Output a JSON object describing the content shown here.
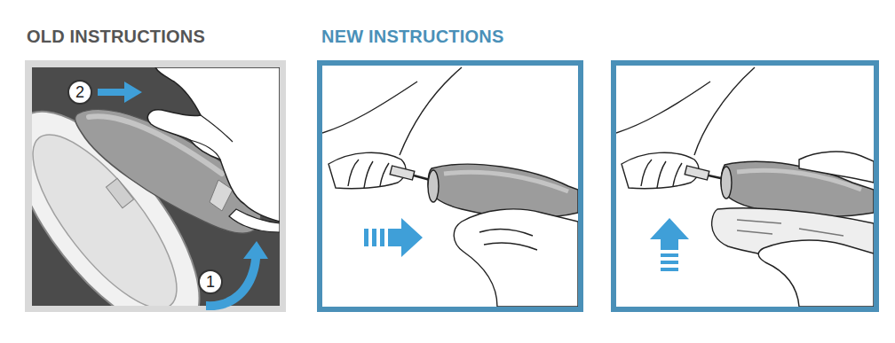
{
  "diagram": {
    "nodes": [
      {
        "text": [
          "2"
        ]
      },
      {
        "text": [
          "1"
        ]
      }
    ],
    "labels": [
      "OLD INSTRUCTIONS",
      "NEW INSTRUCTIONS"
    ]
  }
}
